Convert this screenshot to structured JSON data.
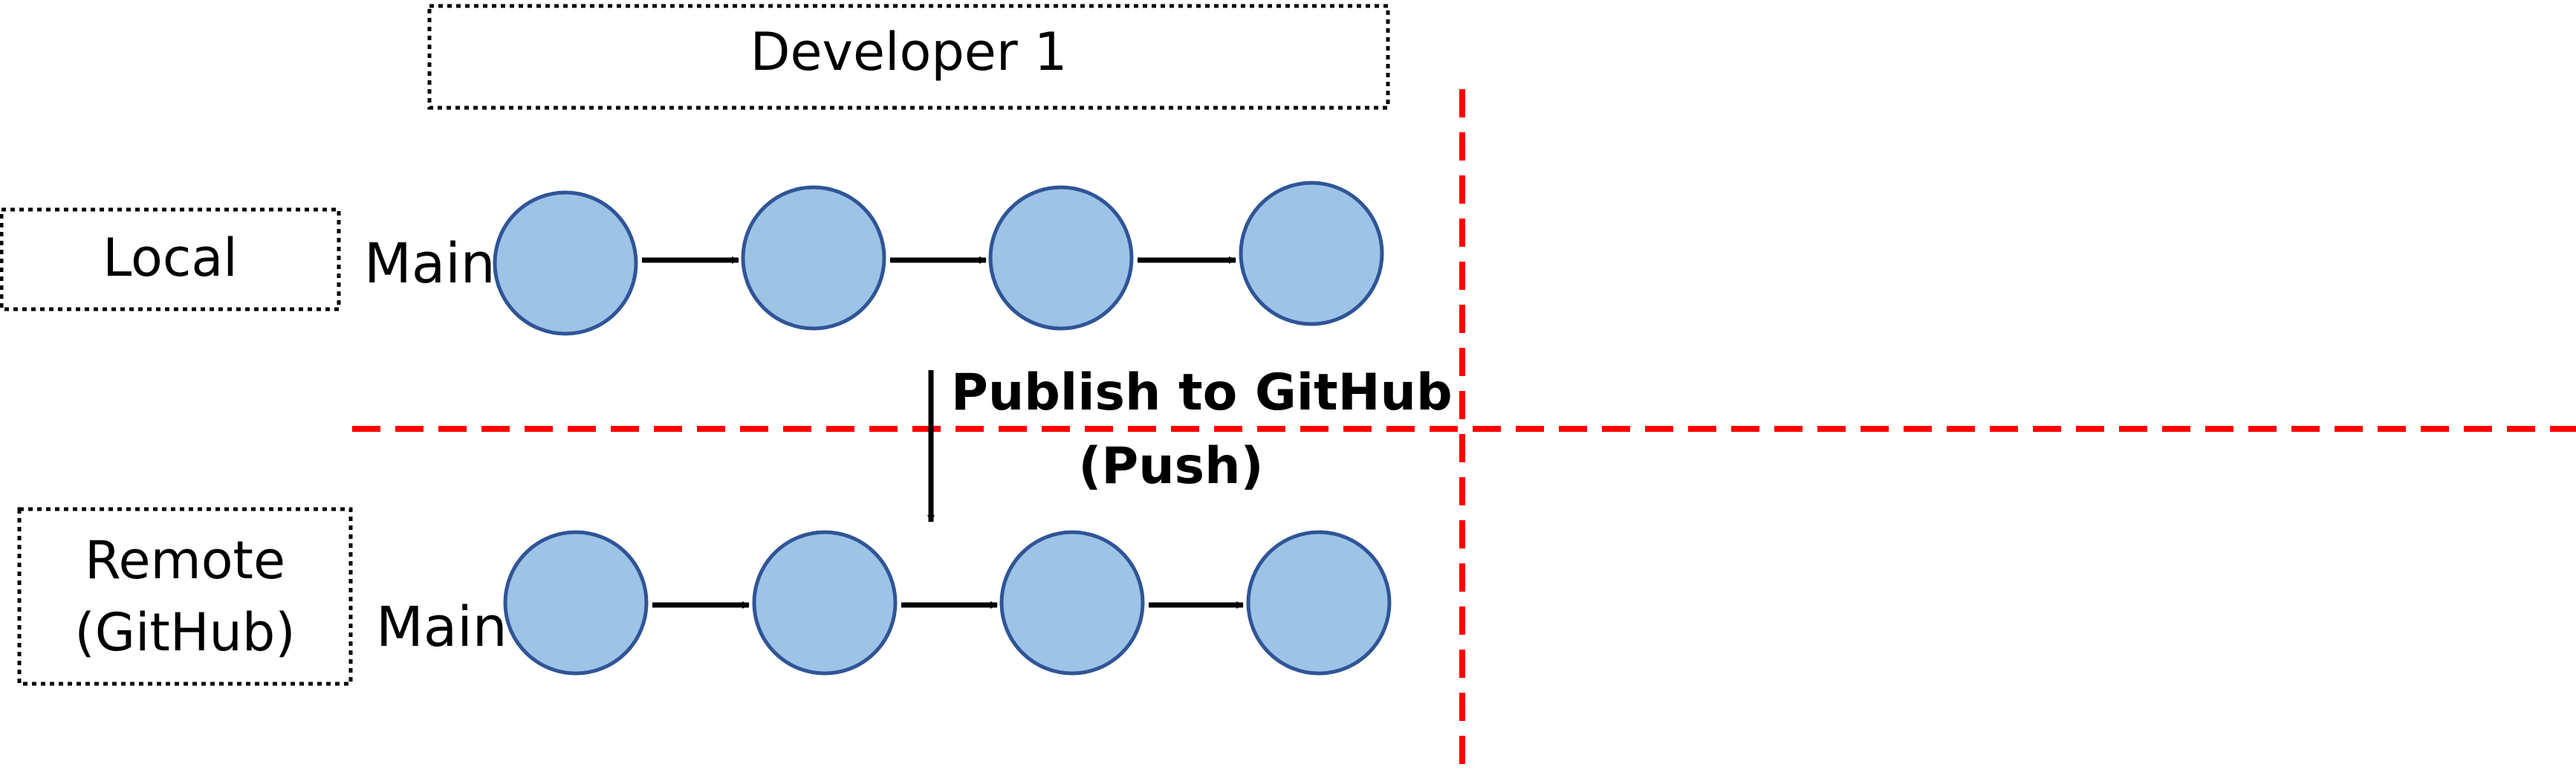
{
  "developer_box": {
    "label": "Developer 1"
  },
  "local_box": {
    "label": "Local"
  },
  "remote_box": {
    "label_line1": "Remote",
    "label_line2": "(GitHub)"
  },
  "local_branch": {
    "label": "Main",
    "commit_count": 4
  },
  "remote_branch": {
    "label": "Main",
    "commit_count": 4
  },
  "push_action": {
    "line1": "Publish to GitHub",
    "line2": "(Push)"
  },
  "colors": {
    "commit_fill": "#9dc3e6",
    "commit_stroke": "#2f5597",
    "divider": "#ff0000",
    "arrow": "#000000",
    "box_border": "#000000"
  }
}
